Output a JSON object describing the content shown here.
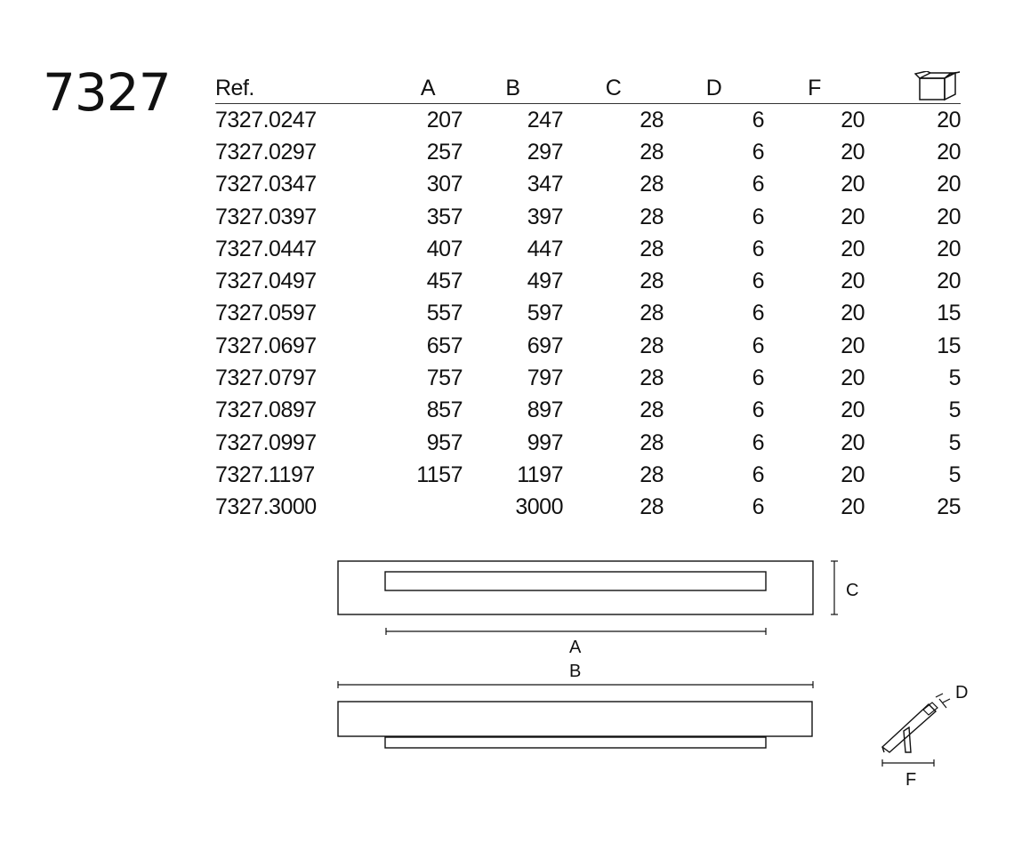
{
  "model": "7327",
  "table": {
    "headers": {
      "ref": "Ref.",
      "a": "A",
      "b": "B",
      "c": "C",
      "d": "D",
      "f": "F",
      "box_icon": "box-icon"
    },
    "rows": [
      {
        "ref": "7327.0247",
        "a": "207",
        "b": "247",
        "c": "28",
        "d": "6",
        "f": "20",
        "qty": "20"
      },
      {
        "ref": "7327.0297",
        "a": "257",
        "b": "297",
        "c": "28",
        "d": "6",
        "f": "20",
        "qty": "20"
      },
      {
        "ref": "7327.0347",
        "a": "307",
        "b": "347",
        "c": "28",
        "d": "6",
        "f": "20",
        "qty": "20"
      },
      {
        "ref": "7327.0397",
        "a": "357",
        "b": "397",
        "c": "28",
        "d": "6",
        "f": "20",
        "qty": "20"
      },
      {
        "ref": "7327.0447",
        "a": "407",
        "b": "447",
        "c": "28",
        "d": "6",
        "f": "20",
        "qty": "20"
      },
      {
        "ref": "7327.0497",
        "a": "457",
        "b": "497",
        "c": "28",
        "d": "6",
        "f": "20",
        "qty": "20"
      },
      {
        "ref": "7327.0597",
        "a": "557",
        "b": "597",
        "c": "28",
        "d": "6",
        "f": "20",
        "qty": "15"
      },
      {
        "ref": "7327.0697",
        "a": "657",
        "b": "697",
        "c": "28",
        "d": "6",
        "f": "20",
        "qty": "15"
      },
      {
        "ref": "7327.0797",
        "a": "757",
        "b": "797",
        "c": "28",
        "d": "6",
        "f": "20",
        "qty": "5"
      },
      {
        "ref": "7327.0897",
        "a": "857",
        "b": "897",
        "c": "28",
        "d": "6",
        "f": "20",
        "qty": "5"
      },
      {
        "ref": "7327.0997",
        "a": "957",
        "b": "997",
        "c": "28",
        "d": "6",
        "f": "20",
        "qty": "5"
      },
      {
        "ref": "7327.1197",
        "a": "1157",
        "b": "1197",
        "c": "28",
        "d": "6",
        "f": "20",
        "qty": "5"
      },
      {
        "ref": "7327.3000",
        "a": "",
        "b": "3000",
        "c": "28",
        "d": "6",
        "f": "20",
        "qty": "25"
      }
    ]
  },
  "drawing": {
    "labels": {
      "a": "A",
      "b": "B",
      "c": "C",
      "d": "D",
      "f": "F"
    }
  }
}
